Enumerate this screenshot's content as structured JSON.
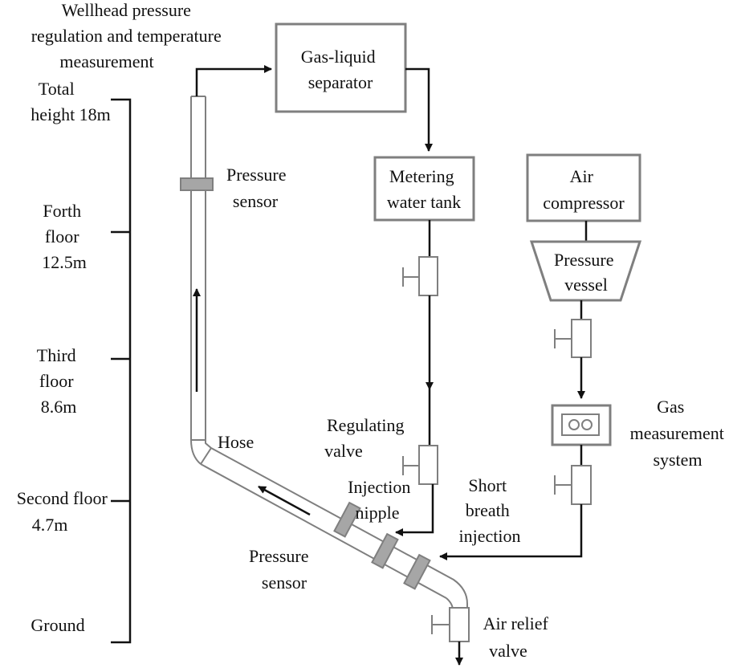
{
  "labels": {
    "wellhead": [
      "Wellhead pressure",
      "regulation and temperature",
      "measurement"
    ],
    "total_height": [
      "Total",
      "height 18m"
    ],
    "forth_floor": [
      "Forth",
      "floor",
      "12.5m"
    ],
    "third_floor": [
      "Third",
      "floor",
      "8.6m"
    ],
    "second_floor": [
      "Second floor",
      "4.7m"
    ],
    "ground": "Ground",
    "separator": [
      "Gas-liquid",
      "separator"
    ],
    "water_tank": [
      "Metering",
      "water tank"
    ],
    "air_compressor": [
      "Air",
      "compressor"
    ],
    "pressure_vessel": [
      "Pressure",
      "vessel"
    ],
    "pressure_sensor_top": [
      "Pressure",
      "sensor"
    ],
    "hose": "Hose",
    "regulating_valve": [
      "Regulating",
      "valve"
    ],
    "injection_nipple": [
      "Injection",
      "nipple"
    ],
    "gas_measurement": [
      "Gas",
      "measurement",
      "system"
    ],
    "short_breath": [
      "Short",
      "breath",
      "injection"
    ],
    "pressure_sensor_bottom": [
      "Pressure",
      "sensor"
    ],
    "air_relief": [
      "Air relief",
      "valve"
    ]
  },
  "colors": {
    "box_stroke": "#7f7f7f",
    "sensor_fill": "#a6a6a6",
    "line": "#111111"
  }
}
